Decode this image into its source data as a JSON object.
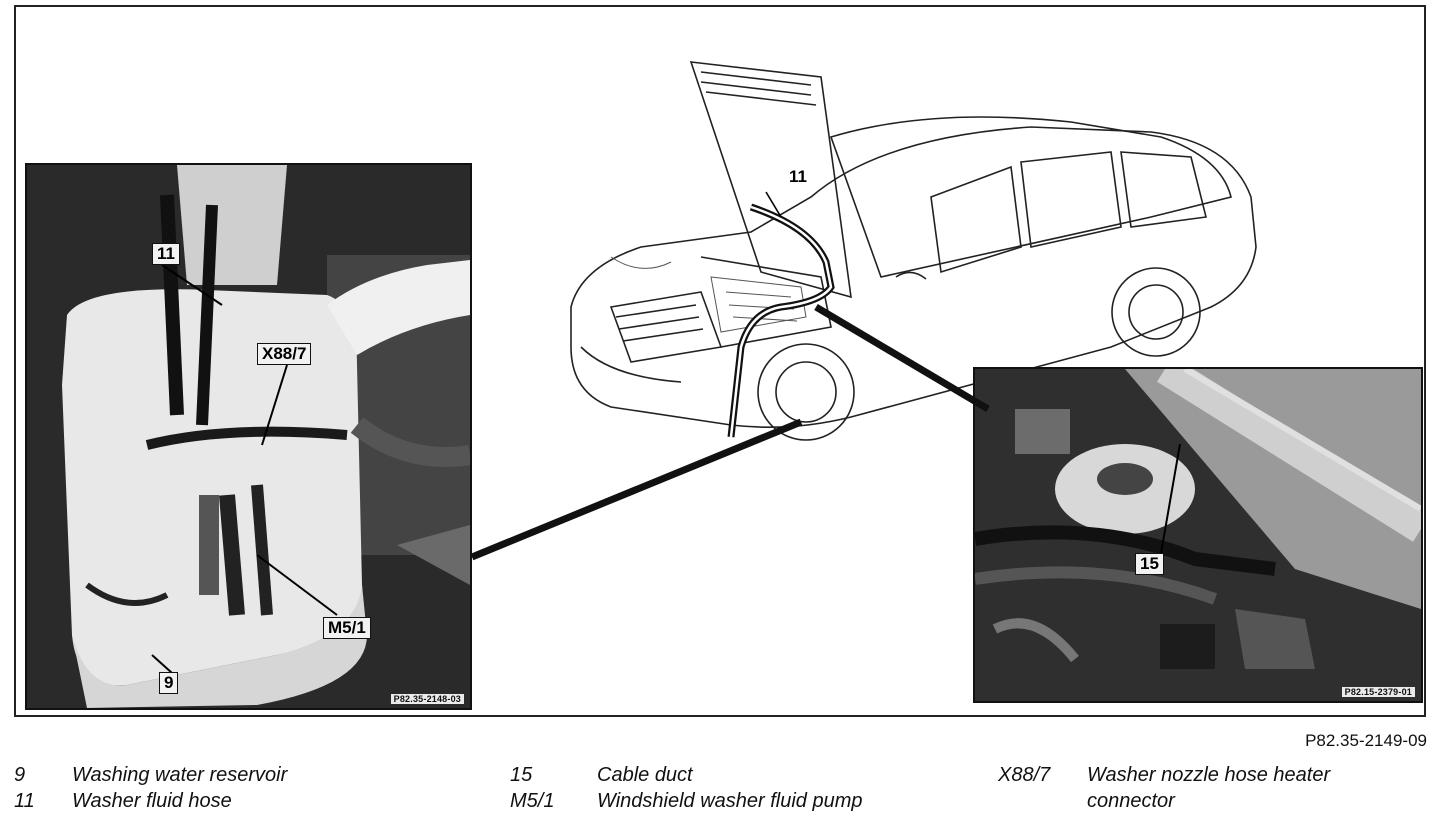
{
  "figure": {
    "code": "P82.35-2149-09",
    "left_photo": {
      "code": "P82.35-2148-03"
    },
    "right_photo": {
      "code": "P82.15-2379-01"
    },
    "callouts": {
      "car_11": "11",
      "left_11": "11",
      "left_x88_7": "X88/7",
      "left_m5_1": "M5/1",
      "left_9": "9",
      "right_15": "15"
    }
  },
  "legend": [
    {
      "num": "9",
      "desc": "Washing water reservoir"
    },
    {
      "num": "11",
      "desc": "Washer fluid hose"
    },
    {
      "num": "15",
      "desc": "Cable duct"
    },
    {
      "num": "M5/1",
      "desc": "Windshield washer fluid pump"
    },
    {
      "num": "X88/7",
      "desc": "Washer nozzle hose heater connector"
    }
  ]
}
